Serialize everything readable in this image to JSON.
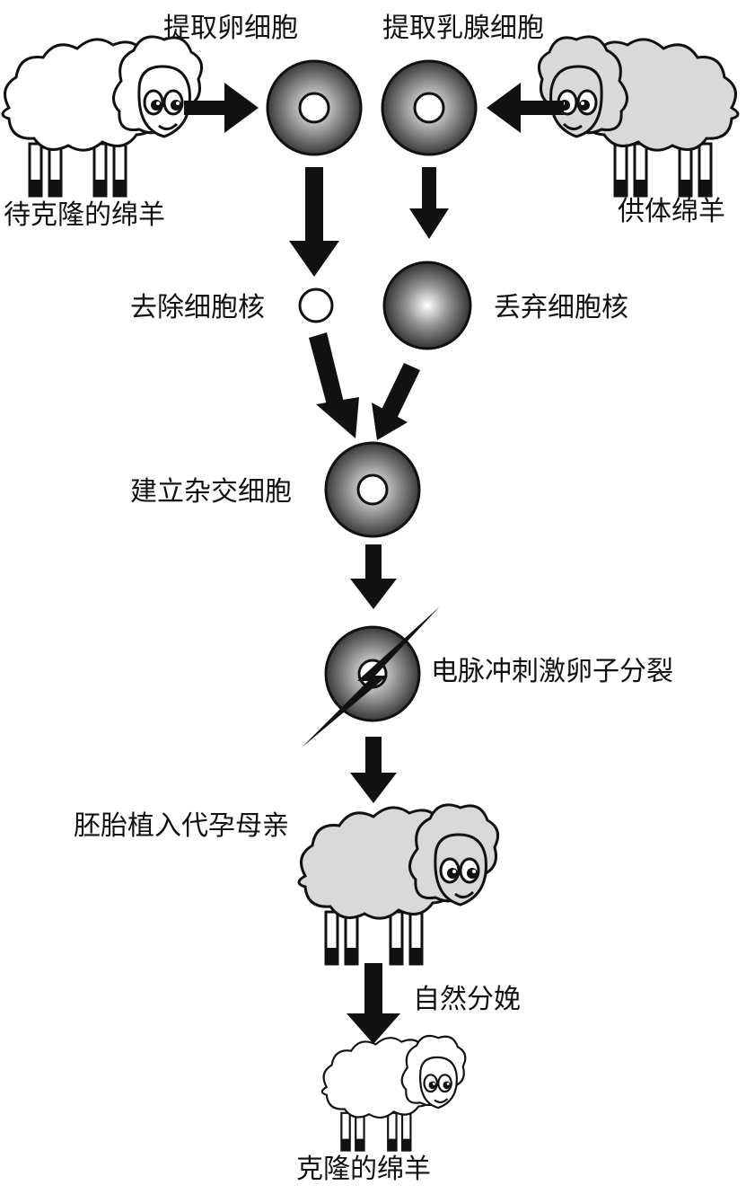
{
  "labels": {
    "extract_egg": "提取卵细胞",
    "extract_mammary": "提取乳腺细胞",
    "sheep_to_clone": "待克隆的绵羊",
    "donor_sheep": "供体绵羊",
    "remove_nucleus": "去除细胞核",
    "discard_cell_nucleus": "丢弃细胞核",
    "build_hybrid": "建立杂交细胞",
    "electric_pulse": "电脉冲刺激卵子分裂",
    "embryo_implant": "胚胎植入代孕母亲",
    "natural_birth": "自然分娩",
    "cloned_sheep": "克隆的绵羊"
  },
  "colors": {
    "arrow": "#111111",
    "cell_dark": "#3a3a3a",
    "cell_light": "#d8d8d8",
    "sheep_white": "#ffffff",
    "sheep_gray": "#d9d9d9",
    "outline": "#111111"
  }
}
